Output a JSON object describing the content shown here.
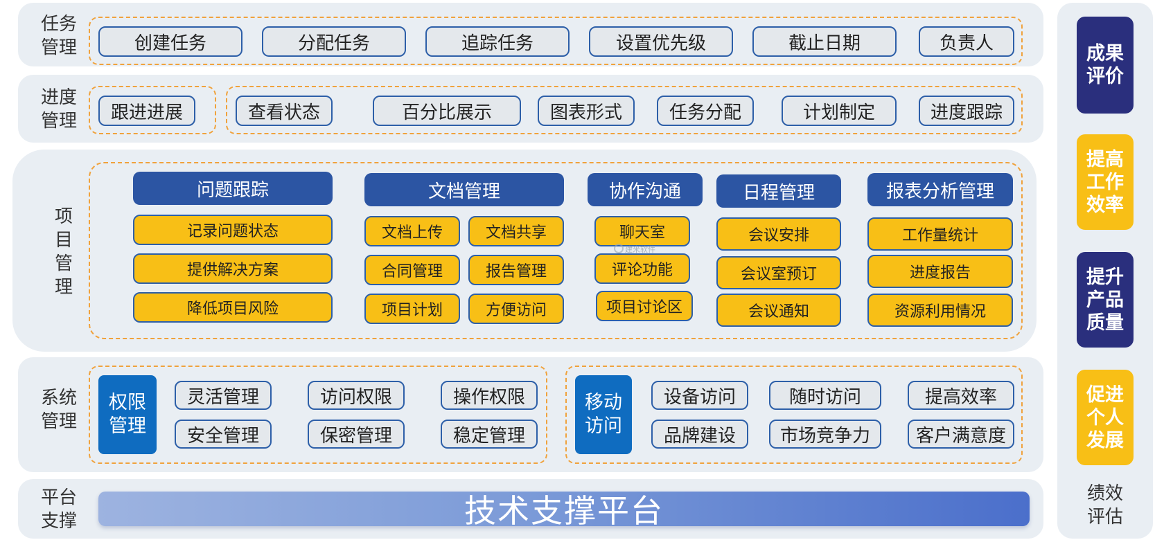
{
  "rows": {
    "task": {
      "label": "任务\n管理",
      "items": [
        "创建任务",
        "分配任务",
        "追踪任务",
        "设置优先级",
        "截止日期",
        "负责人"
      ]
    },
    "progress": {
      "label": "进度\n管理",
      "lead_item": "跟进进展",
      "items": [
        "查看状态",
        "百分比展示",
        "图表形式",
        "任务分配",
        "计划制定",
        "进度跟踪"
      ]
    },
    "project": {
      "label": "项\n目\n管\n理",
      "groups": [
        {
          "title": "问题跟踪",
          "items": [
            "记录问题状态",
            "提供解决方案",
            "降低项目风险"
          ]
        },
        {
          "title": "文档管理",
          "items": [
            "文档上传",
            "文档共享",
            "合同管理",
            "报告管理",
            "项目计划",
            "方便访问"
          ]
        },
        {
          "title": "协作沟通",
          "items": [
            "聊天室",
            "评论功能",
            "项目讨论区"
          ]
        },
        {
          "title": "日程管理",
          "items": [
            "会议安排",
            "会议室预订",
            "会议通知"
          ]
        },
        {
          "title": "报表分析管理",
          "items": [
            "工作量统计",
            "进度报告",
            "资源利用情况"
          ]
        }
      ],
      "watermark": "建米软件"
    },
    "system": {
      "label": "系统\n管理",
      "left_title": "权限\n管理",
      "left_items": [
        "灵活管理",
        "访问权限",
        "操作权限",
        "安全管理",
        "保密管理",
        "稳定管理"
      ],
      "right_title": "移动\n访问",
      "right_items": [
        "设备访问",
        "随时访问",
        "提高效率",
        "品牌建设",
        "市场竞争力",
        "客户满意度"
      ]
    },
    "platform": {
      "label": "平台\n支撑",
      "bar": "技术支撑平台"
    }
  },
  "sidebar": {
    "items": [
      "成果\n评价",
      "提高\n工作\n效率",
      "提升\n产品\n质量",
      "促进\n个人\n发展"
    ],
    "footer": "绩效\n评估"
  },
  "colors": {
    "panel": "#e9eef3",
    "dashed_border": "#f0a23c",
    "chip_border": "#2d5fa8",
    "header_blue": "#2c55a3",
    "yellow": "#f8bf16",
    "navy": "#2a2f7d",
    "bright_blue": "#0f6cc0"
  }
}
